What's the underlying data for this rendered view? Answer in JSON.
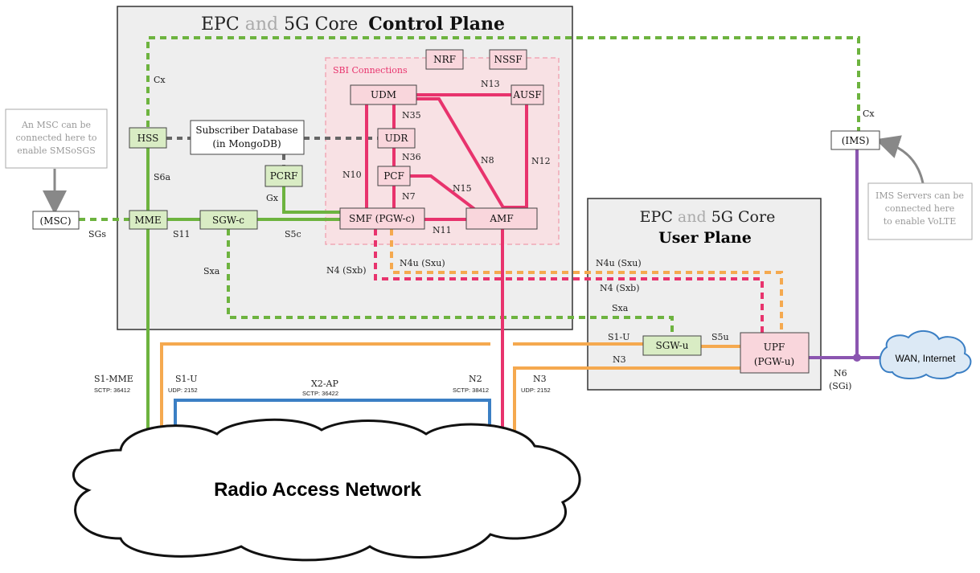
{
  "control_plane": {
    "title_a": "EPC",
    "title_and": "and",
    "title_b": "5G Core",
    "title_bold": "Control Plane"
  },
  "user_plane": {
    "title_a": "EPC",
    "title_and": "and",
    "title_b": "5G Core",
    "title_bold": "User Plane"
  },
  "sbi_label": "SBI Connections",
  "nodes": {
    "hss": "HSS",
    "mme": "MME",
    "sgwc": "SGW-c",
    "pcrf": "PCRF",
    "subdb_l1": "Subscriber Database",
    "subdb_l2": "(in MongoDB)",
    "msc": "(MSC)",
    "ims": "(IMS)",
    "nrf": "NRF",
    "nssf": "NSSF",
    "udm": "UDM",
    "ausf": "AUSF",
    "udr": "UDR",
    "pcf": "PCF",
    "smf": "SMF (PGW-c)",
    "amf": "AMF",
    "sgwu": "SGW-u",
    "upf_l1": "UPF",
    "upf_l2": "(PGW-u)",
    "wan": "WAN, Internet",
    "ran": "Radio Access Network"
  },
  "notes": {
    "msc_note": [
      "An MSC can be",
      "connected here to",
      "enable SMSoSGS"
    ],
    "ims_note": [
      "IMS Servers can be",
      "connected here",
      "to enable VoLTE"
    ]
  },
  "interfaces": {
    "cx_left": "Cx",
    "cx_right": "Cx",
    "s6a": "S6a",
    "gx": "Gx",
    "sgs": "SGs",
    "s11": "S11",
    "s5c": "S5c",
    "sxa_cp": "Sxa",
    "sxa_up": "Sxa",
    "n10": "N10",
    "n35": "N35",
    "n36": "N36",
    "n7": "N7",
    "n8": "N8",
    "n12": "N12",
    "n13": "N13",
    "n15": "N15",
    "n11": "N11",
    "n4_cp": "N4 (Sxb)",
    "n4u_cp": "N4u (Sxu)",
    "n4u_up": "N4u (Sxu)",
    "n4_up": "N4 (Sxb)",
    "s1u_up": "S1-U",
    "s5u": "S5u",
    "n3_up": "N3",
    "n6": "N6",
    "sgi": "(SGi)",
    "s1mme": "S1-MME",
    "s1mme_sub": "SCTP: 36412",
    "s1u": "S1-U",
    "s1u_sub": "UDP: 2152",
    "x2ap": "X2-AP",
    "x2ap_sub": "SCTP: 36422",
    "n2": "N2",
    "n2_sub": "SCTP: 38412",
    "n3": "N3",
    "n3_sub": "UDP: 2152"
  },
  "colors": {
    "green": "#6db33f",
    "pink": "#e8336d",
    "orange": "#f5a94f",
    "blue": "#3b7fc4",
    "purple": "#8b55b0",
    "grey": "#666666",
    "green_fill": "#d9ecc4",
    "pink_fill": "#f9d6dc",
    "plane_fill": "#eeeeee",
    "cloud_fill": "#dce9f5"
  }
}
